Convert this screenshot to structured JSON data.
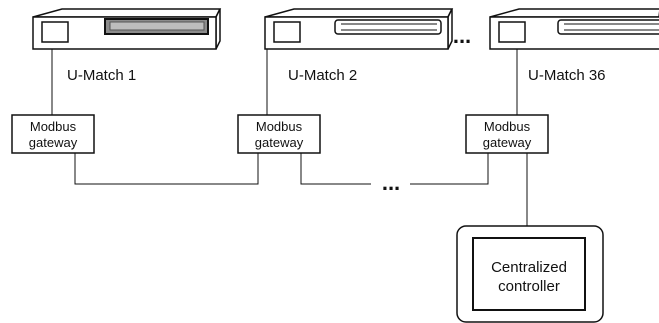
{
  "units": [
    {
      "label": "U-Match 1"
    },
    {
      "label": "U-Match 2"
    },
    {
      "label": "U-Match 36"
    }
  ],
  "units_ellipsis": "...",
  "gateway": {
    "line1": "Modbus",
    "line2": "gateway"
  },
  "bus_ellipsis": "...",
  "controller": {
    "line1": "Centralized",
    "line2": "controller"
  }
}
